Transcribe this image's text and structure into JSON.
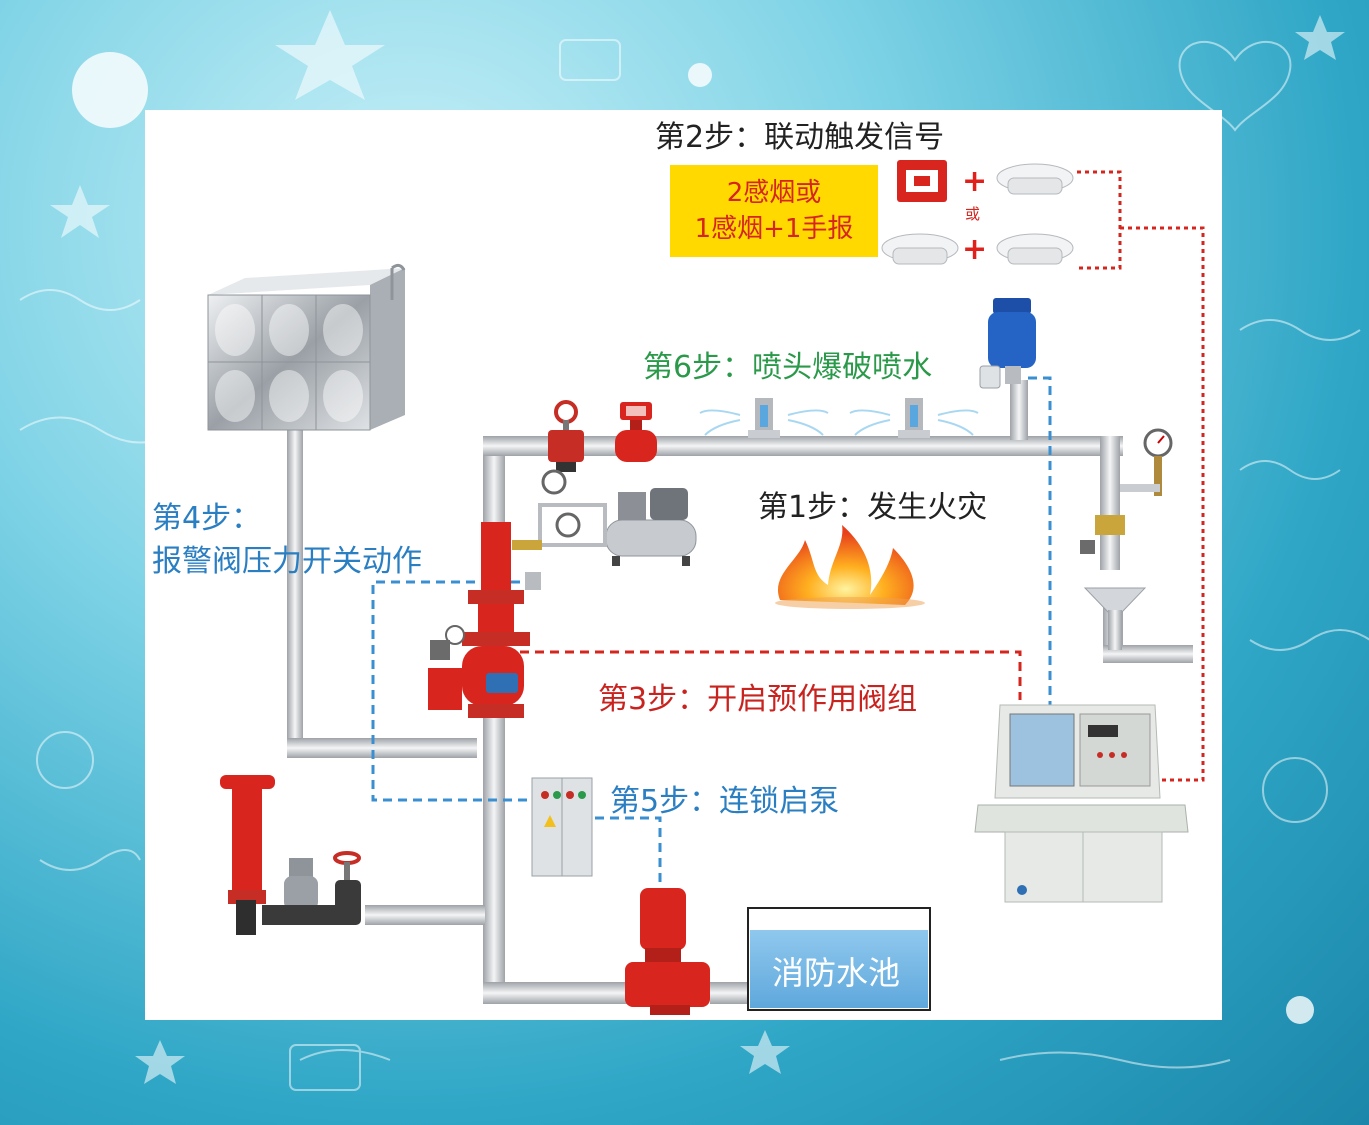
{
  "labels": {
    "step2": "第2步：联动触发信号",
    "condition_line1": "2感烟或",
    "condition_line2": "1感烟+1手报",
    "or_small": "或",
    "plus": "+",
    "step6": "第6步：喷头爆破喷水",
    "step1": "第1步：发生火灾",
    "step4_line1": "第4步：",
    "step4_line2": "报警阀压力开关动作",
    "step3": "第3步：开启预作用阀组",
    "step5": "第5步：连锁启泵",
    "water_tank": "消防水池"
  },
  "colors": {
    "step2_text": "#222222",
    "step6_text": "#2a9a4a",
    "step1_text": "#222222",
    "step4_text": "#2a7ec2",
    "step3_text": "#c8231e",
    "step5_text": "#2a7ec2",
    "condition_box": "#ffd900",
    "condition_text": "#d6251e",
    "signal_line_red": "#d6251e",
    "signal_line_blue": "#3a8fd0",
    "valve_red": "#d8251d",
    "pipe_grey": "#c9ccd0"
  },
  "icons": [
    "manual-call-point-icon",
    "smoke-detector-icon",
    "exhaust-valve-icon",
    "sprinkler-head-icon",
    "fire-flame-icon",
    "pressure-gauge-icon",
    "air-compressor-icon",
    "deluge-valve-icon",
    "water-tank-icon",
    "fire-hydrant-icon",
    "control-cabinet-icon",
    "fire-pump-icon",
    "fire-alarm-console-icon",
    "drain-funnel-icon",
    "gate-valve-icon"
  ]
}
